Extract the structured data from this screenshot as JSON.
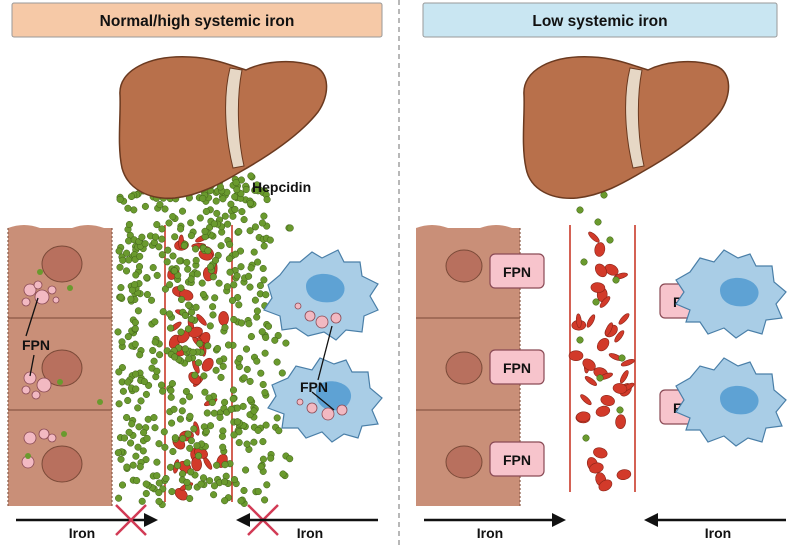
{
  "panels": {
    "left": {
      "header": "Normal/high systemic iron",
      "header_color": "#f6c9a7",
      "hepcidin_label": "Hepcidin",
      "fpn_label": "FPN",
      "fpn_label_macrophage": "FPN",
      "arrow_left_label": "Iron",
      "arrow_right_label": "Iron",
      "blocked": true
    },
    "right": {
      "header": "Low systemic iron",
      "header_color": "#c9e6f2",
      "fpn_labels": [
        "FPN",
        "FPN",
        "FPN",
        "FPN",
        "FPN"
      ],
      "arrow_left_label": "Iron",
      "arrow_right_label": "Iron",
      "blocked": false
    }
  },
  "icons": [
    "liver-icon",
    "enterocyte-icon",
    "macrophage-icon",
    "red-blood-cell-icon",
    "hepcidin-particle-icon",
    "blocked-cross-icon",
    "ferroportin-transporter-icon"
  ],
  "colors": {
    "liver": "#b8704b",
    "liver_stroke": "#6b3a20",
    "enterocyte": "#c98f78",
    "enterocyte_nucleus": "#b8705e",
    "macrophage": "#a9cde6",
    "macrophage_nucleus": "#5ea2d4",
    "rbc": "#d23a2a",
    "vessel": "#c93a2a",
    "hepcidin": "#6a9a2e",
    "cross": "#d23a55",
    "fpn_box": "#f7c4cc",
    "vesicle": "#f2b9c2"
  }
}
